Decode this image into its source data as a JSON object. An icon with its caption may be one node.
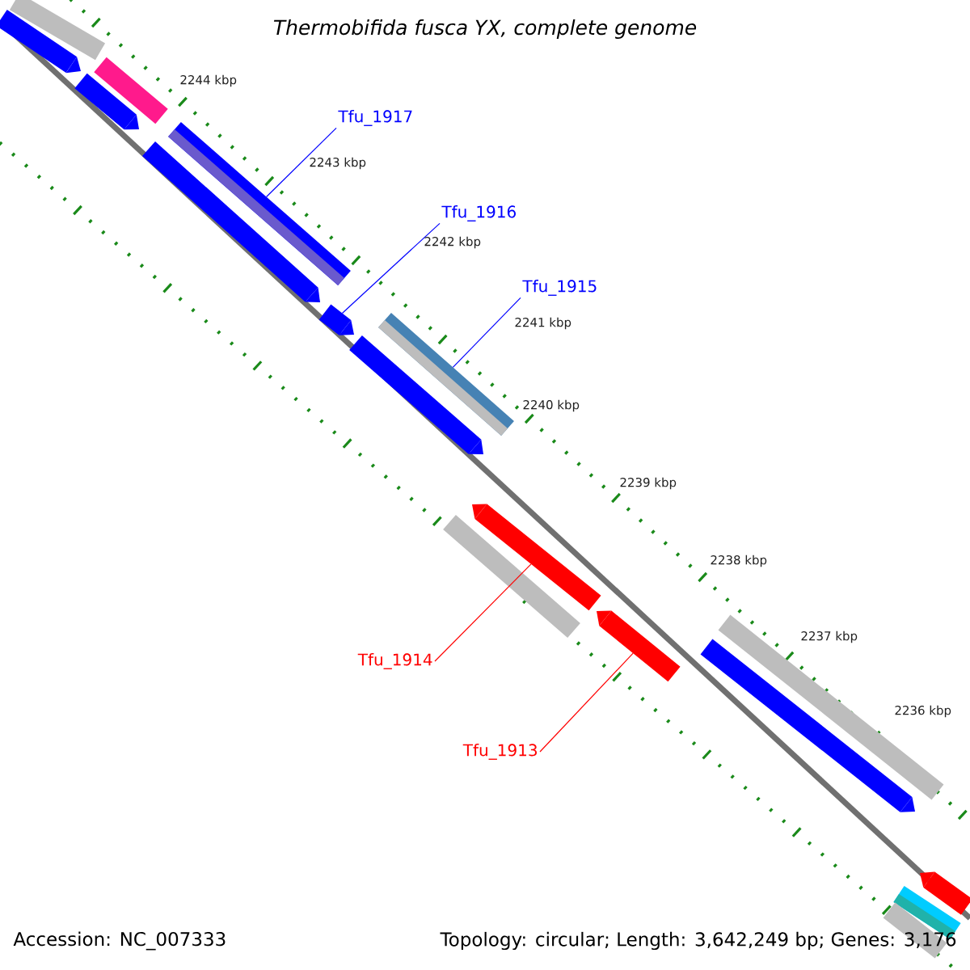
{
  "diagram": {
    "title": "Thermobifida fusca YX, complete genome",
    "nodes": [
      {
        "text": [
          "Tfu_1917"
        ]
      },
      {
        "text": [
          "Tfu_1916"
        ]
      },
      {
        "text": [
          "Tfu_1915"
        ]
      },
      {
        "text": [
          "Tfu_1914"
        ]
      },
      {
        "text": [
          "Tfu_1913"
        ]
      },
      {
        "text": [],
        "shape": "bar"
      },
      {
        "text": [],
        "shape": "arrow"
      },
      {
        "text": [],
        "shape": "bar"
      },
      {
        "text": [],
        "shape": "arrow"
      },
      {
        "text": [],
        "shape": "bar"
      },
      {
        "text": [],
        "shape": "arrow"
      },
      {
        "text": [],
        "shape": "arrow"
      },
      {
        "text": [],
        "shape": "bar"
      },
      {
        "text": [],
        "shape": "arrow"
      },
      {
        "text": [],
        "shape": "arrow"
      },
      {
        "text": [],
        "shape": "bar"
      },
      {
        "text": [],
        "shape": "arrow"
      },
      {
        "text": [],
        "shape": "bar"
      },
      {
        "text": [],
        "shape": "arrow"
      },
      {
        "text": [],
        "shape": "arrow"
      },
      {
        "text": [],
        "shape": "bar"
      },
      {
        "text": [],
        "shape": "bar"
      }
    ],
    "edges": [
      {
        "from": 0,
        "to": 9,
        "arrow": "none"
      },
      {
        "from": 1,
        "to": 11,
        "arrow": "none"
      },
      {
        "from": 2,
        "to": 12,
        "arrow": "none"
      },
      {
        "from": 3,
        "to": 14,
        "arrow": "none",
        "color": "#ff0000"
      },
      {
        "from": 4,
        "to": 16,
        "arrow": "none",
        "color": "#ff0000"
      }
    ],
    "labels": [
      "2244 kbp",
      "2243 kbp",
      "2242 kbp",
      "2241 kbp",
      "2240 kbp",
      "2239 kbp",
      "2238 kbp",
      "2237 kbp",
      "2236 kbp",
      "Accession: NC_007333",
      "Topology: circular; Length: 3,642,249 bp; Genes: 3,176"
    ]
  }
}
